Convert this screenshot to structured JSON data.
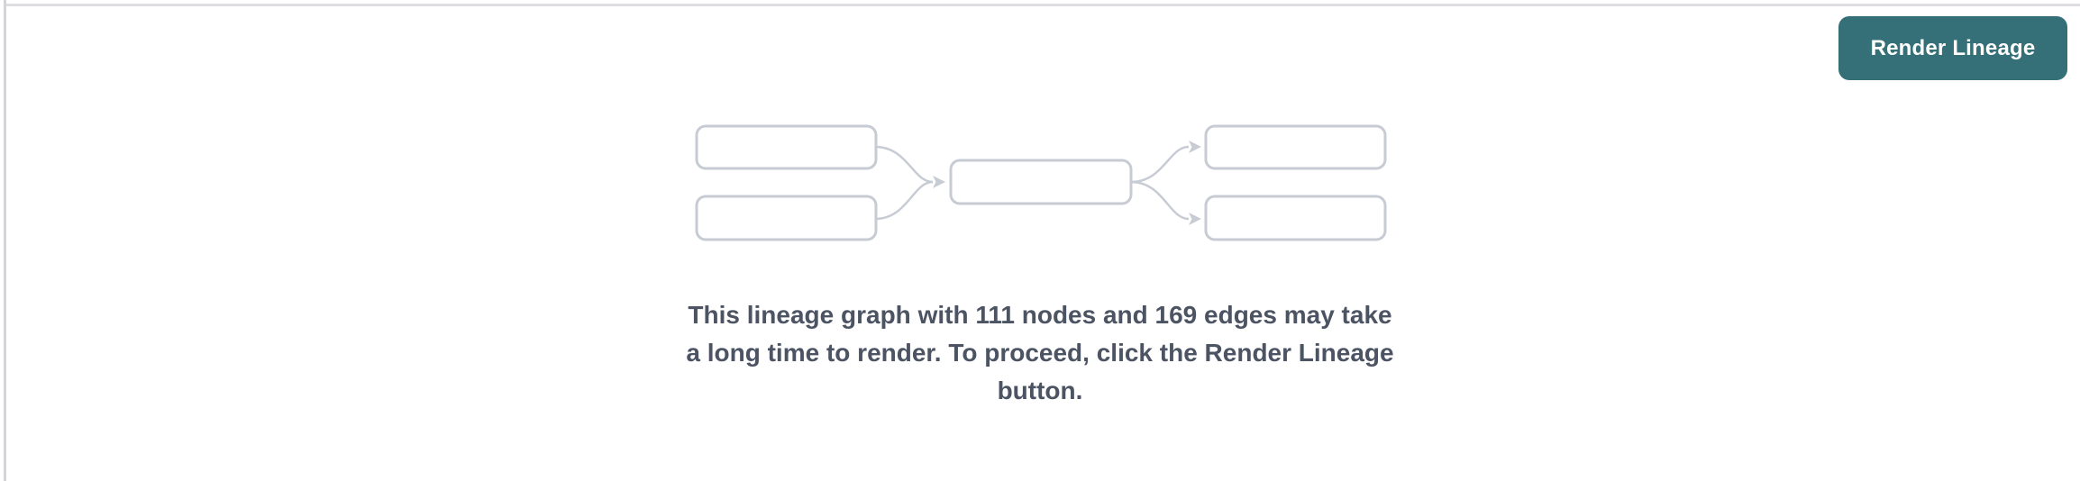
{
  "page": {
    "background_color": "#ffffff",
    "top_border_color": "#dedde2",
    "left_border_color": "#d5d5d9"
  },
  "header": {
    "render_lineage_button": {
      "label": "Render Lineage",
      "background_color": "#356f78",
      "text_color": "#ffffff"
    }
  },
  "lineage_preview": {
    "illustration": {
      "stroke_color": "#c7cbd4",
      "node_fill_color": "#ffffff"
    },
    "message": {
      "text_color": "#4c5464",
      "node_count": "111",
      "edge_count": "169",
      "full_text": "This lineage graph with 111 nodes and 169 edges may take a long time to render. To proceed, click the Render Lineage button.",
      "lines": [
        "This lineage graph with 111 nodes and 169 edges may take",
        "a long time to render. To proceed, click the Render Lineage",
        "button."
      ]
    }
  }
}
